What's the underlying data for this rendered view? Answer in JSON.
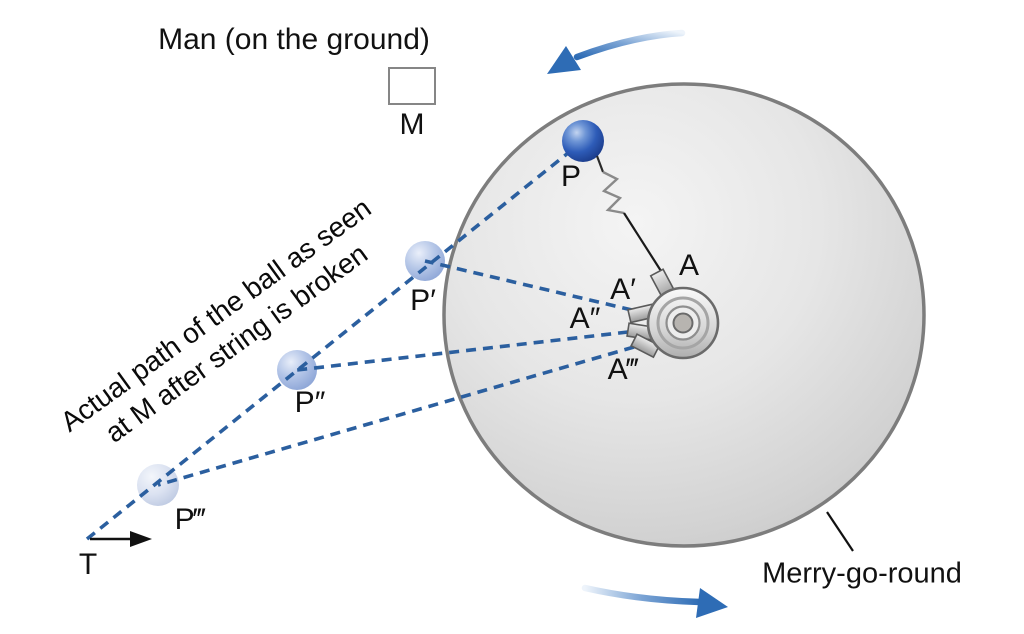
{
  "diagram": {
    "title": "Man (on the ground)",
    "observer": {
      "label": "M"
    },
    "disk": {
      "label": "Merry-go-round"
    },
    "caption": {
      "line1": "Actual path of the ball as seen",
      "line2": "at M after string is broken"
    },
    "tangent_point": {
      "label": "T"
    },
    "balls": [
      {
        "label": "P"
      },
      {
        "label": "P′"
      },
      {
        "label": "P″"
      },
      {
        "label": "P‴"
      }
    ],
    "anchors": [
      {
        "label": "A"
      },
      {
        "label": "A′"
      },
      {
        "label": "A″"
      },
      {
        "label": "A‴"
      }
    ],
    "colors": {
      "dashed_sight_line": "#2b5f9f",
      "ball_dark_blue": "#2e5cb8",
      "ball_pale_blue": "#b7c8e8",
      "rotation_arrow_blue": "#2e6cb5",
      "disk_fill": "#d9d9d9",
      "disk_border": "#7d7d7d",
      "hub_gray": "#bdbab6"
    }
  }
}
